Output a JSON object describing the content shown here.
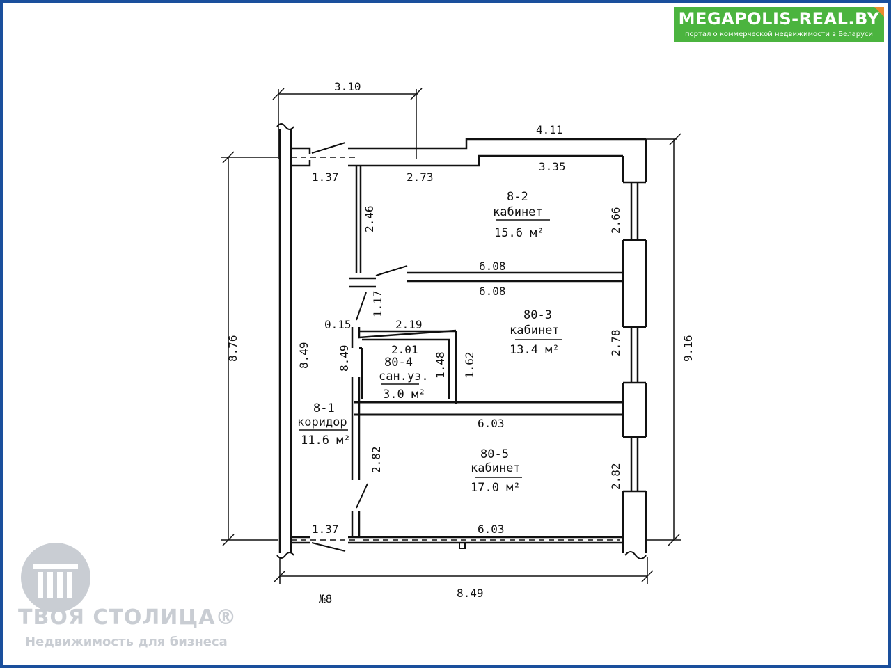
{
  "brand": {
    "title": "MEGAPOLIS-REAL.BY",
    "subtitle": "портал о коммерческой недвижимости в Беларуси",
    "color": "#4bb43f"
  },
  "plan": {
    "number": "№8",
    "dimensions": {
      "top_left_width": "3.10",
      "top_right_width": "4.11",
      "overall_height": "8.76",
      "overall_height_right": "9.16",
      "overall_width": "8.49",
      "corridor_length": "8.49",
      "corridor_inner": "8.49",
      "entrance_top": "1.37",
      "entrance_bottom": "1.37",
      "room2_top_left": "2.73",
      "room2_top_right": "3.35",
      "room2_left": "2.46",
      "room2_right": "2.66",
      "room2_bottom": "6.08",
      "room3_top": "6.08",
      "room3_right": "2.78",
      "door_gap": "1.17",
      "wall_offset": "0.15",
      "wc_top_outer": "2.19",
      "wc_top_inner": "2.01",
      "wc_height": "1.48",
      "wc_side": "1.62",
      "room5_top": "6.03",
      "room5_bottom": "6.03",
      "room5_left": "2.82",
      "room5_right": "2.82"
    },
    "rooms": [
      {
        "code": "8-2",
        "name": "кабинет",
        "area": "15.6 м²"
      },
      {
        "code": "80-3",
        "name": "кабинет",
        "area": "13.4 м²"
      },
      {
        "code": "80-4",
        "name": "сан.уз.",
        "area": "3.0 м²"
      },
      {
        "code": "8-1",
        "name": "коридор",
        "area": "11.6 м²"
      },
      {
        "code": "80-5",
        "name": "кабинет",
        "area": "17.0 м²"
      }
    ]
  },
  "logo": {
    "name": "ТВОЯ СТОЛИЦА®",
    "tagline": "Недвижимость для бизнеса"
  },
  "colors": {
    "frame": "#1a4f9c",
    "accent": "#e98b2c",
    "watermark": "#c9cdd3"
  }
}
